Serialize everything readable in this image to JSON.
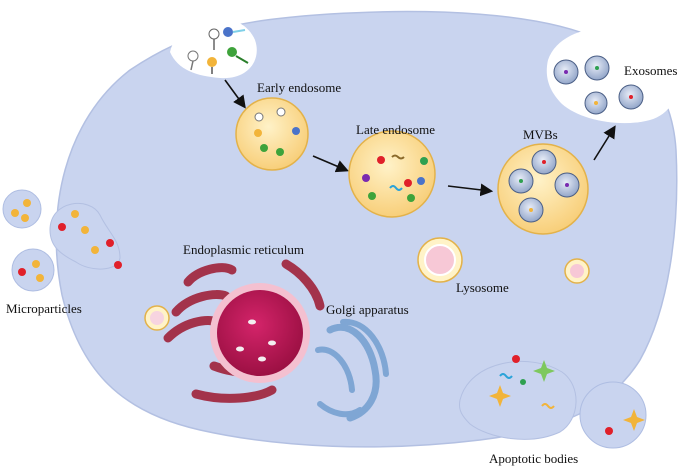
{
  "labels": {
    "early_endosome": "Early  endosome",
    "late_endosome": "Late  endosome",
    "mvbs": "MVBs",
    "exosomes": "Exosomes",
    "endoplasmic_reticulum": "Endoplasmic reticulum",
    "golgi_apparatus": "Golgi apparatus",
    "lysosome": "Lysosome",
    "microparticles": "Microparticles",
    "apoptotic_bodies": "Apoptotic bodies"
  },
  "colors": {
    "cell_fill": "#c9d4ef",
    "vesicle_fill": "#fbd98f",
    "vesicle_stroke": "#e3b24a",
    "nucleus": "#b8174f",
    "er": "#a3334b",
    "golgi": "#7fa6d4",
    "lysosome_inner": "#f7c8d6"
  }
}
